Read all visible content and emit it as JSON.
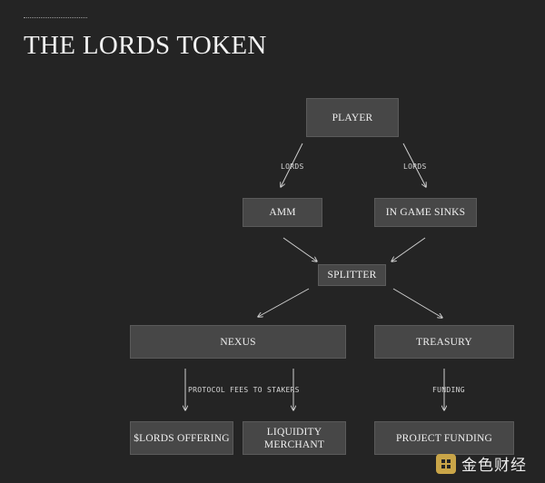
{
  "title": "THE LORDS TOKEN",
  "nodes": {
    "player": "PLAYER",
    "amm": "AMM",
    "in_game_sinks": "IN GAME SINKS",
    "splitter": "SPLITTER",
    "nexus": "NEXUS",
    "treasury": "TREASURY",
    "lords_offering": "$LORDS OFFERING",
    "liquidity_merchant_line1": "LIQUIDITY",
    "liquidity_merchant_line2": "MERCHANT",
    "project_funding": "PROJECT FUNDING"
  },
  "edge_labels": {
    "player_to_amm": "LORDS",
    "player_to_sinks": "LORDS",
    "nexus_outputs": "PROTOCOL FEES TO STAKERS",
    "treasury_output": "FUNDING"
  },
  "watermark": {
    "text": "金色财经",
    "icon": "jinse-logo-icon",
    "color": "#c9a548"
  }
}
